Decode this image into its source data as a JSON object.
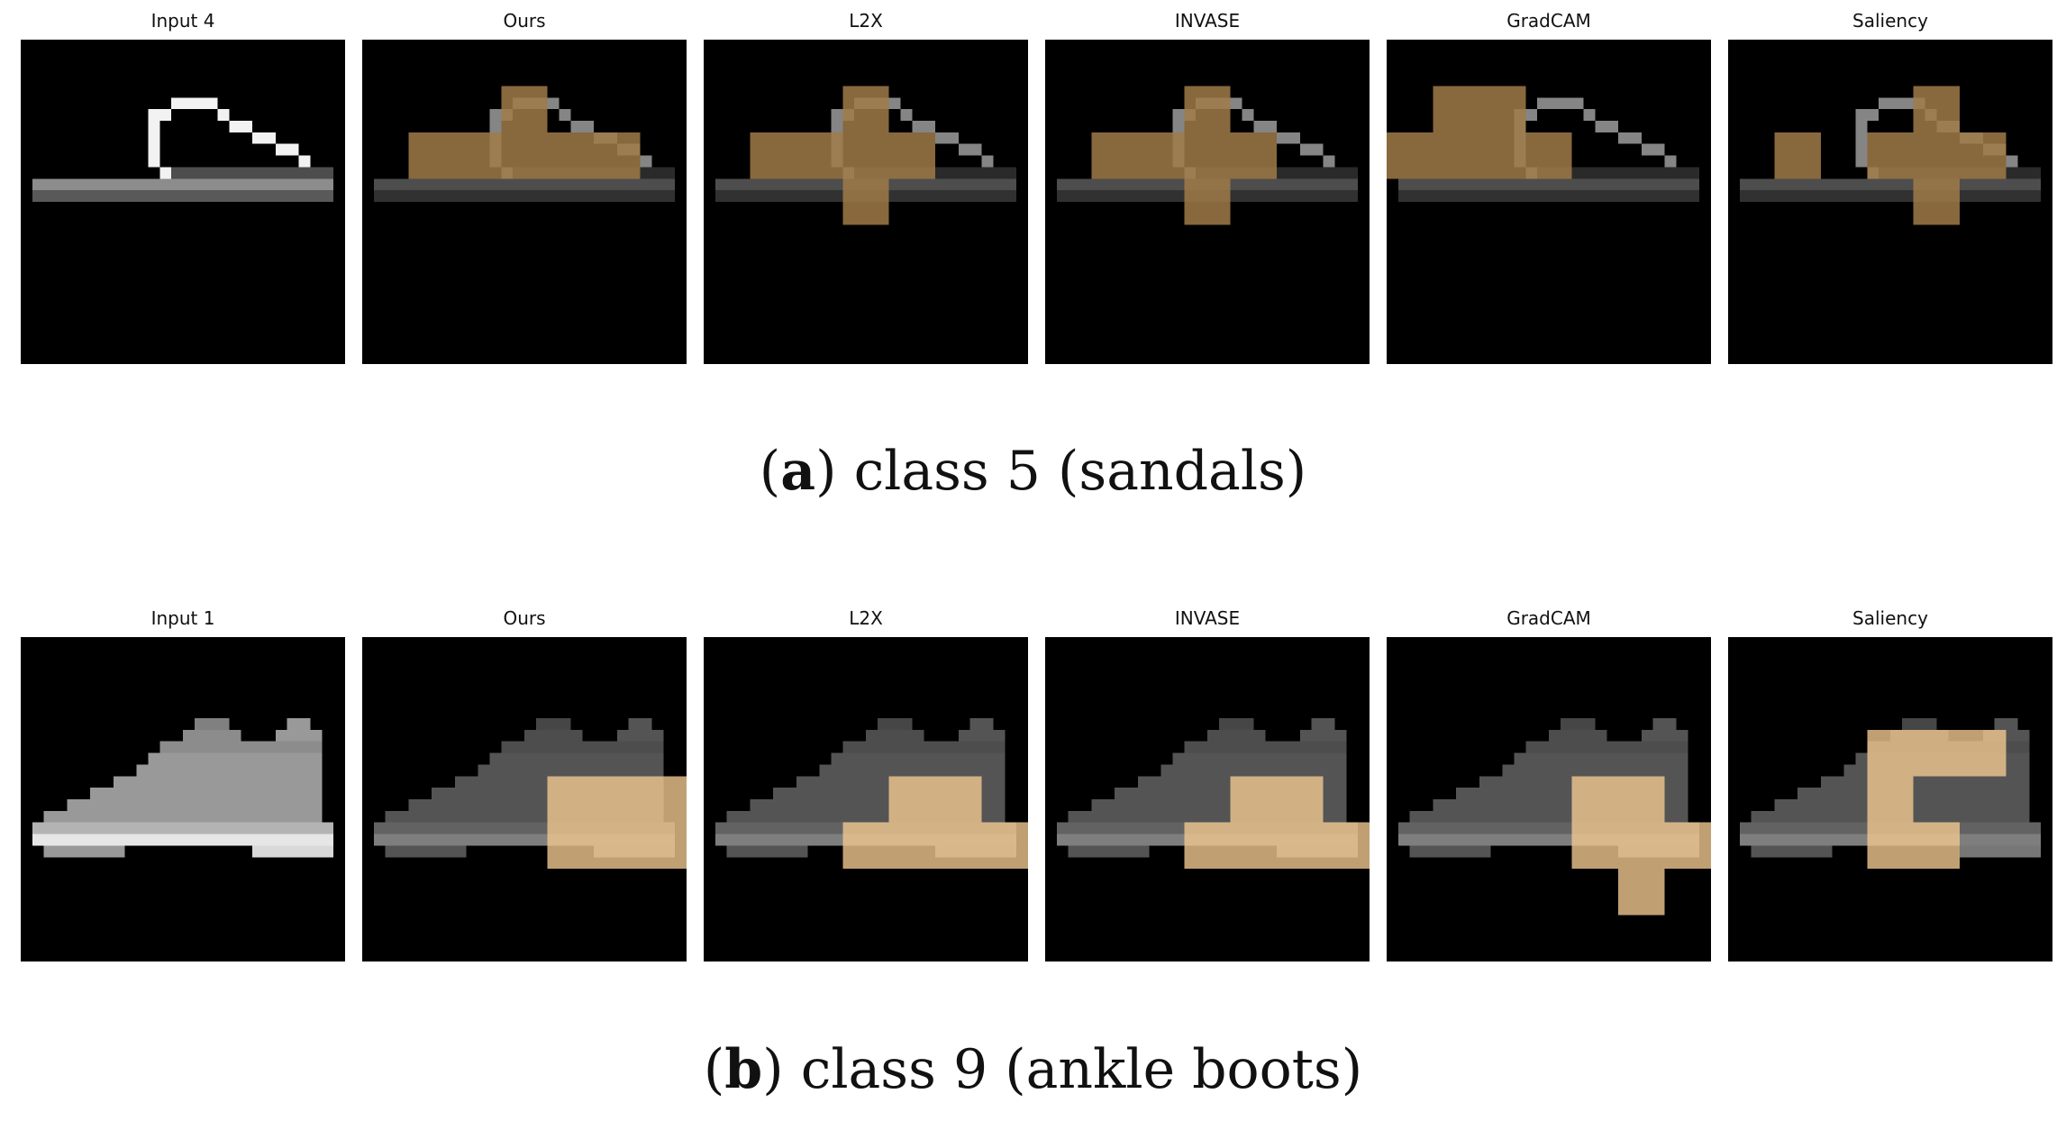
{
  "figure": {
    "rows": [
      {
        "id": "a",
        "panel_titles": [
          "Input 4",
          "Ours",
          "L2X",
          "INVASE",
          "GradCAM",
          "Saliency"
        ],
        "caption_label": "a",
        "caption_text": "class 5 (sandals)"
      },
      {
        "id": "b",
        "panel_titles": [
          "Input 1",
          "Ours",
          "L2X",
          "INVASE",
          "GradCAM",
          "Saliency"
        ],
        "caption_label": "b",
        "caption_text": "class 9 (ankle boots)"
      }
    ],
    "colors": {
      "background": "#000000",
      "highlight": "#f0c890",
      "highlight_dim": "#a07a48"
    }
  }
}
